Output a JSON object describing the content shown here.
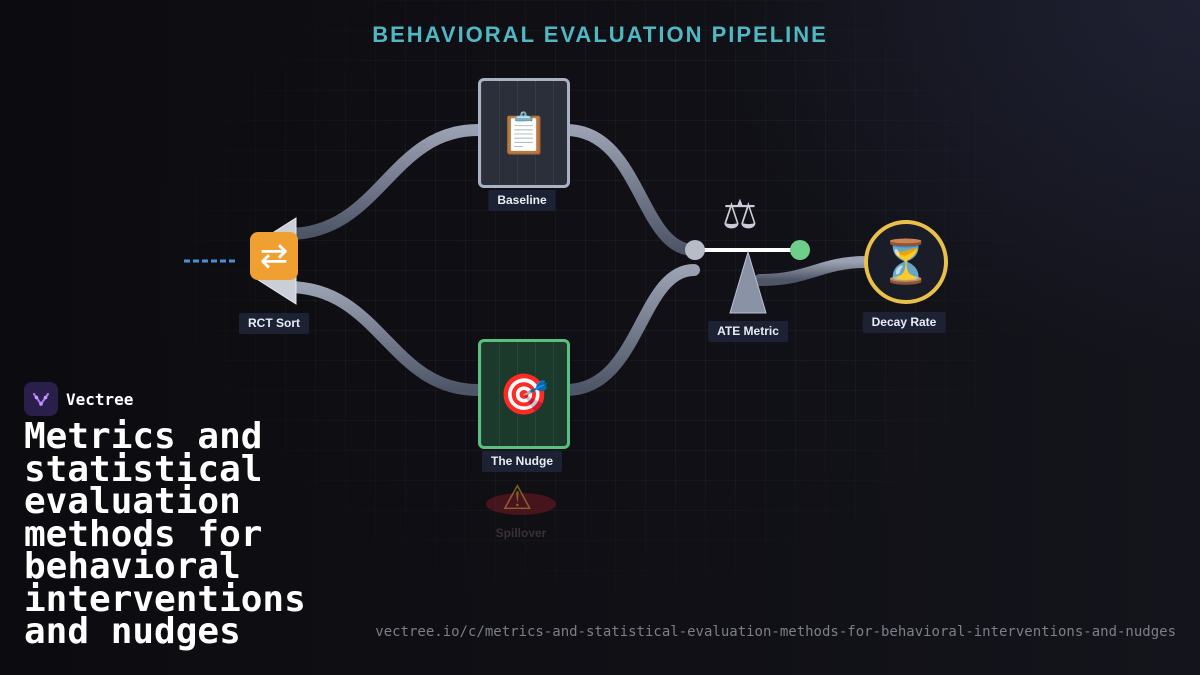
{
  "diagram": {
    "title": "BEHAVIORAL EVALUATION PIPELINE",
    "nodes": [
      {
        "id": "rct",
        "label": "RCT Sort",
        "icon": "shuffle-icon"
      },
      {
        "id": "baseline",
        "label": "Baseline",
        "icon": "clipboard-icon"
      },
      {
        "id": "nudge",
        "label": "The Nudge",
        "icon": "target-icon"
      },
      {
        "id": "ate",
        "label": "ATE Metric",
        "icon": "balance-scale-icon"
      },
      {
        "id": "decay",
        "label": "Decay Rate",
        "icon": "hourglass-icon"
      },
      {
        "id": "spillover",
        "label": "Spillover",
        "icon": "warning-icon"
      }
    ],
    "edges": [
      {
        "from": "rct",
        "to": "baseline"
      },
      {
        "from": "rct",
        "to": "nudge"
      },
      {
        "from": "baseline",
        "to": "ate"
      },
      {
        "from": "nudge",
        "to": "ate"
      },
      {
        "from": "ate",
        "to": "decay"
      }
    ],
    "colors": {
      "title": "#4fb8c4",
      "pipe": "#6e7688",
      "baseline_border": "#a9b2c4",
      "nudge_border": "#5bbf80",
      "decay_ring": "#e8c04a",
      "rct_icon_bg": "#f0a030",
      "scale_left_dot": "#b8bcc6",
      "scale_right_dot": "#6fcf8a"
    }
  },
  "brand": {
    "name": "Vectree",
    "icon": "vectree-logo-icon"
  },
  "headline": "Metrics and statistical evaluation methods for behavioral interventions and nudges",
  "url": "vectree.io/c/metrics-and-statistical-evaluation-methods-for-behavioral-interventions-and-nudges"
}
